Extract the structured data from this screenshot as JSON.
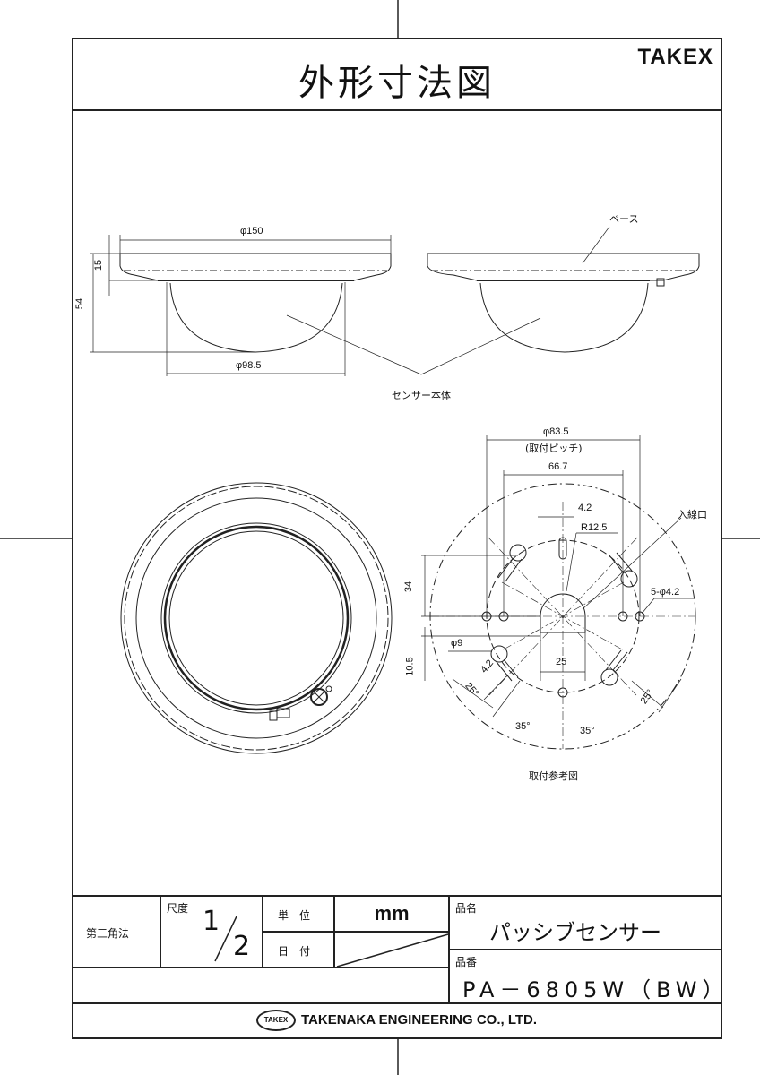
{
  "header": {
    "title": "外形寸法図",
    "brand": "TAKEX"
  },
  "side_view": {
    "dims": {
      "outer_diameter": "φ150",
      "dome_diameter": "φ98.5",
      "base_height": "15",
      "total_height": "54"
    },
    "labels": {
      "base": "ベース",
      "sensor_body": "センサー本体"
    }
  },
  "mounting_view": {
    "title": "取付参考図",
    "dims": {
      "pitch_diameter": "φ83.5",
      "pitch_note": "(取付ピッチ)",
      "hole_spacing": "66.7",
      "slot_width": "4.2",
      "radius": "R12.5",
      "wire_inlet": "入線口",
      "holes": "5-φ4.2",
      "vertical_34": "34",
      "vertical_10_5": "10.5",
      "keyhole_dia": "φ9",
      "keyhole_slot": "4.2",
      "opening_width": "25",
      "angle_left_25": "25°",
      "angle_left_35": "35°",
      "angle_right_35": "35°",
      "angle_right_25": "25°"
    }
  },
  "title_block": {
    "projection": "第三角法",
    "scale_label": "尺度",
    "scale_num": "1",
    "scale_den": "2",
    "unit_label": "単　位",
    "unit_value": "mm",
    "date_label": "日　付",
    "product_name_label": "品名",
    "product_name": "パッシブセンサー",
    "product_number_label": "品番",
    "product_number": "PA－6805W（BW）",
    "company_logo": "TAKEX",
    "company": "TAKENAKA ENGINEERING CO., LTD."
  }
}
